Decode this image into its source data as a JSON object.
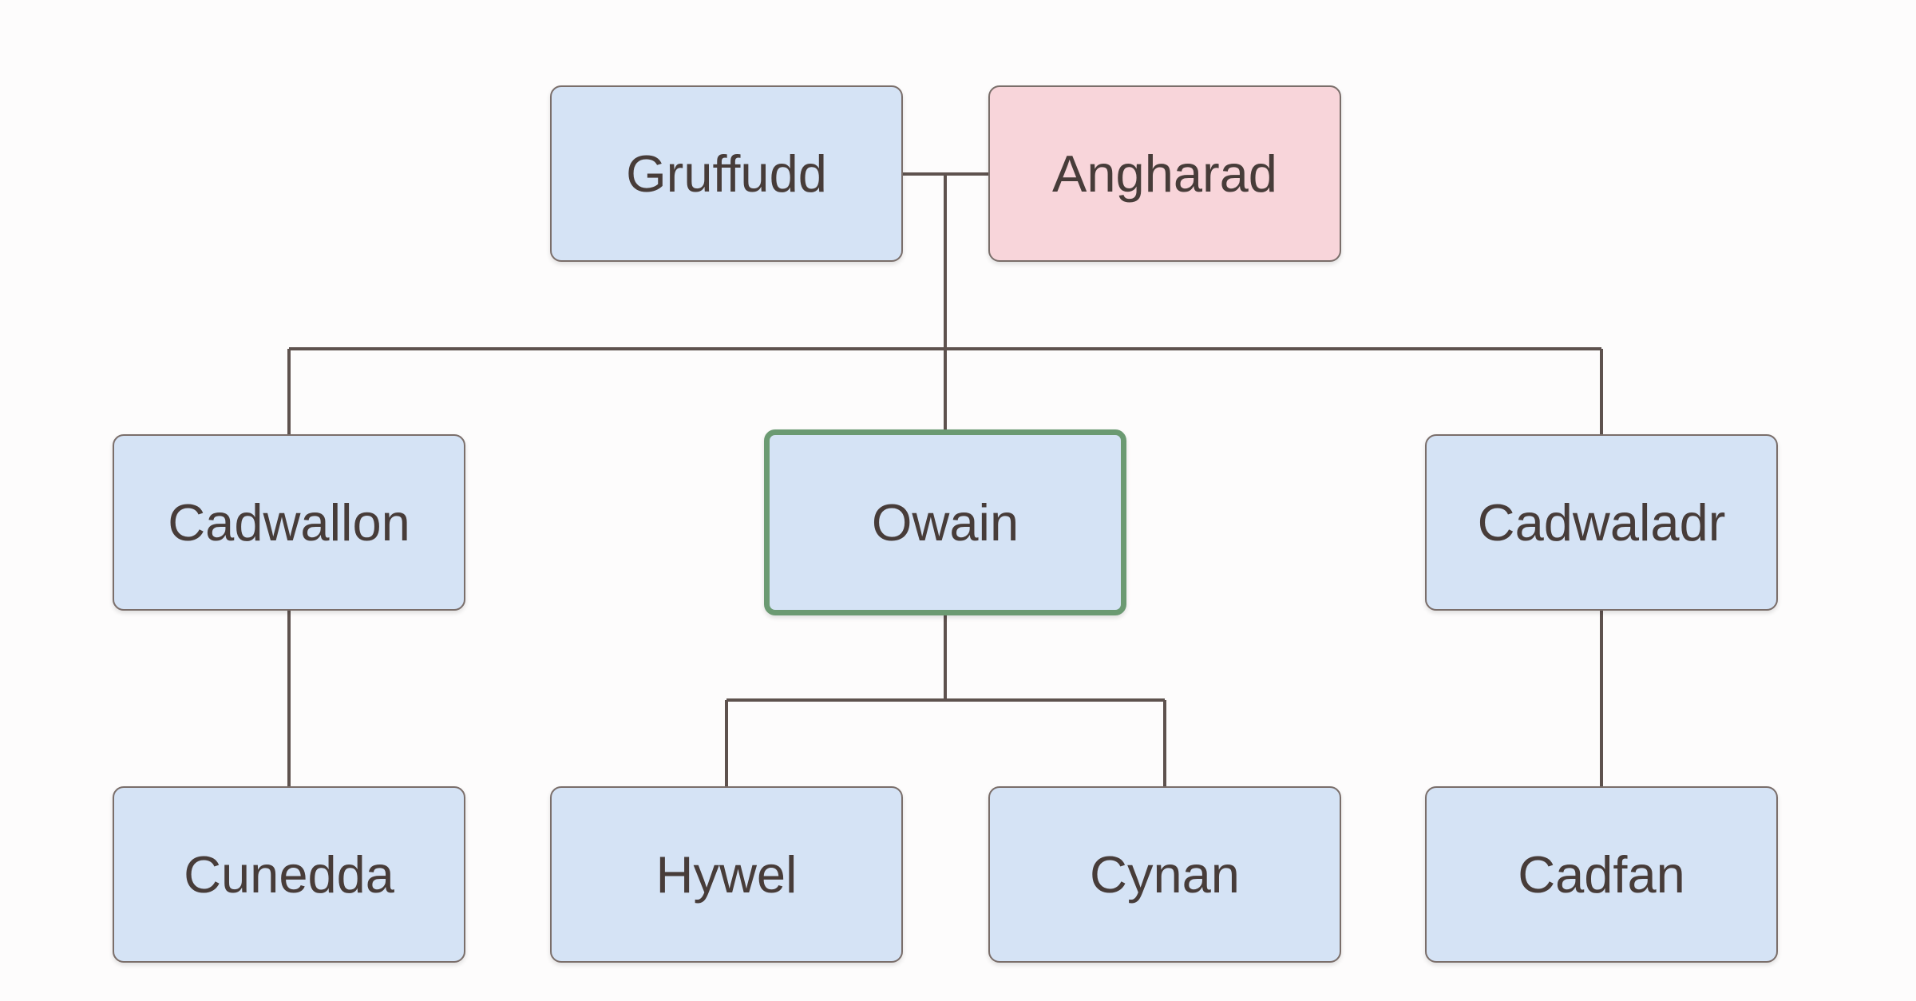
{
  "family_tree": {
    "parents": {
      "father": {
        "name": "Gruffudd",
        "gender": "male"
      },
      "mother": {
        "name": "Angharad",
        "gender": "female"
      }
    },
    "children": [
      {
        "name": "Cadwallon",
        "gender": "male",
        "focus": false
      },
      {
        "name": "Owain",
        "gender": "male",
        "focus": true
      },
      {
        "name": "Cadwaladr",
        "gender": "male",
        "focus": false
      }
    ],
    "grandchildren": [
      {
        "name": "Cunedda",
        "gender": "male",
        "parent": "Cadwallon"
      },
      {
        "name": "Hywel",
        "gender": "male",
        "parent": "Owain"
      },
      {
        "name": "Cynan",
        "gender": "male",
        "parent": "Owain"
      },
      {
        "name": "Cadfan",
        "gender": "male",
        "parent": "Cadwaladr"
      }
    ]
  },
  "colors": {
    "male_fill": "#d5e3f5",
    "female_fill": "#f8d5da",
    "focus_border": "#6b9a72",
    "connector": "#5e524e",
    "text": "#473c39"
  }
}
